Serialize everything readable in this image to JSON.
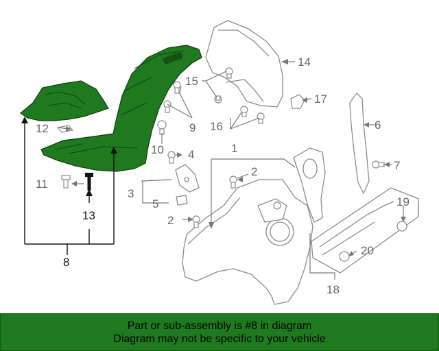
{
  "colors": {
    "highlight": "#1f7a1f",
    "highlight_dark": "#0e3d0e",
    "outline": "#8a8a8a",
    "footer_bg": "#1f7a1f"
  },
  "callouts": {
    "c1": "1",
    "c2a": "2",
    "c2b": "2",
    "c3": "3",
    "c4": "4",
    "c5": "5",
    "c6": "6",
    "c7": "7",
    "c8": "8",
    "c9": "9",
    "c10": "10",
    "c11": "11",
    "c12": "12",
    "c13": "13",
    "c14": "14",
    "c15": "15",
    "c16": "16",
    "c17": "17",
    "c18": "18",
    "c19": "19",
    "c20": "20"
  },
  "footer": {
    "line1": "Part or sub-assembly is #8 in diagram",
    "line2": "Diagram may not be specific to your vehicle"
  }
}
